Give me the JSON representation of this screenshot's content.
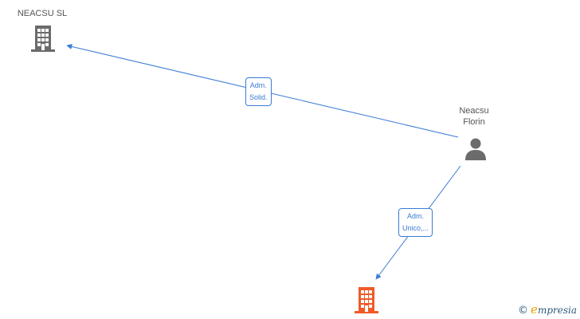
{
  "nodes": {
    "company_top": {
      "label": "NEACSU SL",
      "color": "#6b6b6b",
      "icon": "building-icon"
    },
    "person": {
      "label_line1": "Neacsu",
      "label_line2": "Florin",
      "color": "#6b6b6b",
      "icon": "person-icon"
    },
    "company_bottom": {
      "label": "",
      "color": "#f05a28",
      "icon": "building-icon"
    }
  },
  "edges": {
    "to_top": {
      "line1": "Adm.",
      "line2": "Solid."
    },
    "to_bottom": {
      "line1": "Adm.",
      "line2": "Unico,..."
    }
  },
  "edge_color": "#3a7bd5",
  "watermark": {
    "copyright": "©",
    "brand_initial": "e",
    "brand_rest": "mpresia"
  }
}
